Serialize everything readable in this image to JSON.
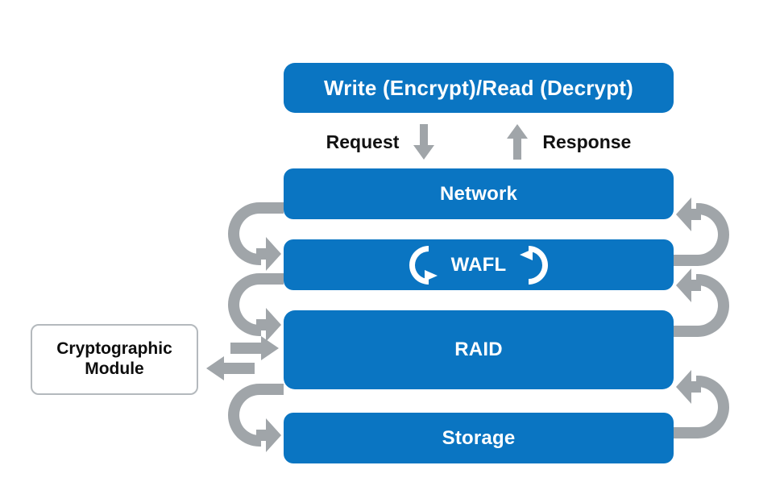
{
  "diagram": {
    "title_box": {
      "label": "Write (Encrypt)/Read (Decrypt)"
    },
    "flow": {
      "request_label": "Request",
      "response_label": "Response",
      "request_icon": "arrow-down-icon",
      "response_icon": "arrow-up-icon"
    },
    "layers": [
      {
        "id": "network",
        "label": "Network"
      },
      {
        "id": "wafl",
        "label": "WAFL"
      },
      {
        "id": "raid",
        "label": "RAID"
      },
      {
        "id": "storage",
        "label": "Storage"
      }
    ],
    "wafl_icons": {
      "left": "circular-arrow-clockwise-icon",
      "right": "circular-arrow-counterclockwise-icon"
    },
    "crypto_module": {
      "label": "Cryptographic\nModule",
      "link_icons": {
        "to_raid": "arrow-right-icon",
        "from_raid": "arrow-left-icon"
      }
    },
    "connectors": {
      "left": [
        {
          "from": "network",
          "to": "wafl",
          "icon": "u-turn-down-right-arrow-icon"
        },
        {
          "from": "wafl",
          "to": "raid",
          "icon": "u-turn-down-right-arrow-icon"
        },
        {
          "from": "raid",
          "to": "storage",
          "icon": "u-turn-down-right-arrow-icon"
        }
      ],
      "right": [
        {
          "from": "wafl",
          "to": "network",
          "icon": "u-turn-up-left-arrow-icon"
        },
        {
          "from": "raid",
          "to": "wafl",
          "icon": "u-turn-up-left-arrow-icon"
        },
        {
          "from": "storage",
          "to": "raid",
          "icon": "u-turn-up-left-arrow-icon"
        }
      ]
    },
    "colors": {
      "box_blue": "#0a75c2",
      "arrow_gray": "#a0a5a9",
      "module_border": "#b4b9bd",
      "text_dark": "#111111",
      "text_light": "#ffffff",
      "background": "#ffffff"
    }
  }
}
